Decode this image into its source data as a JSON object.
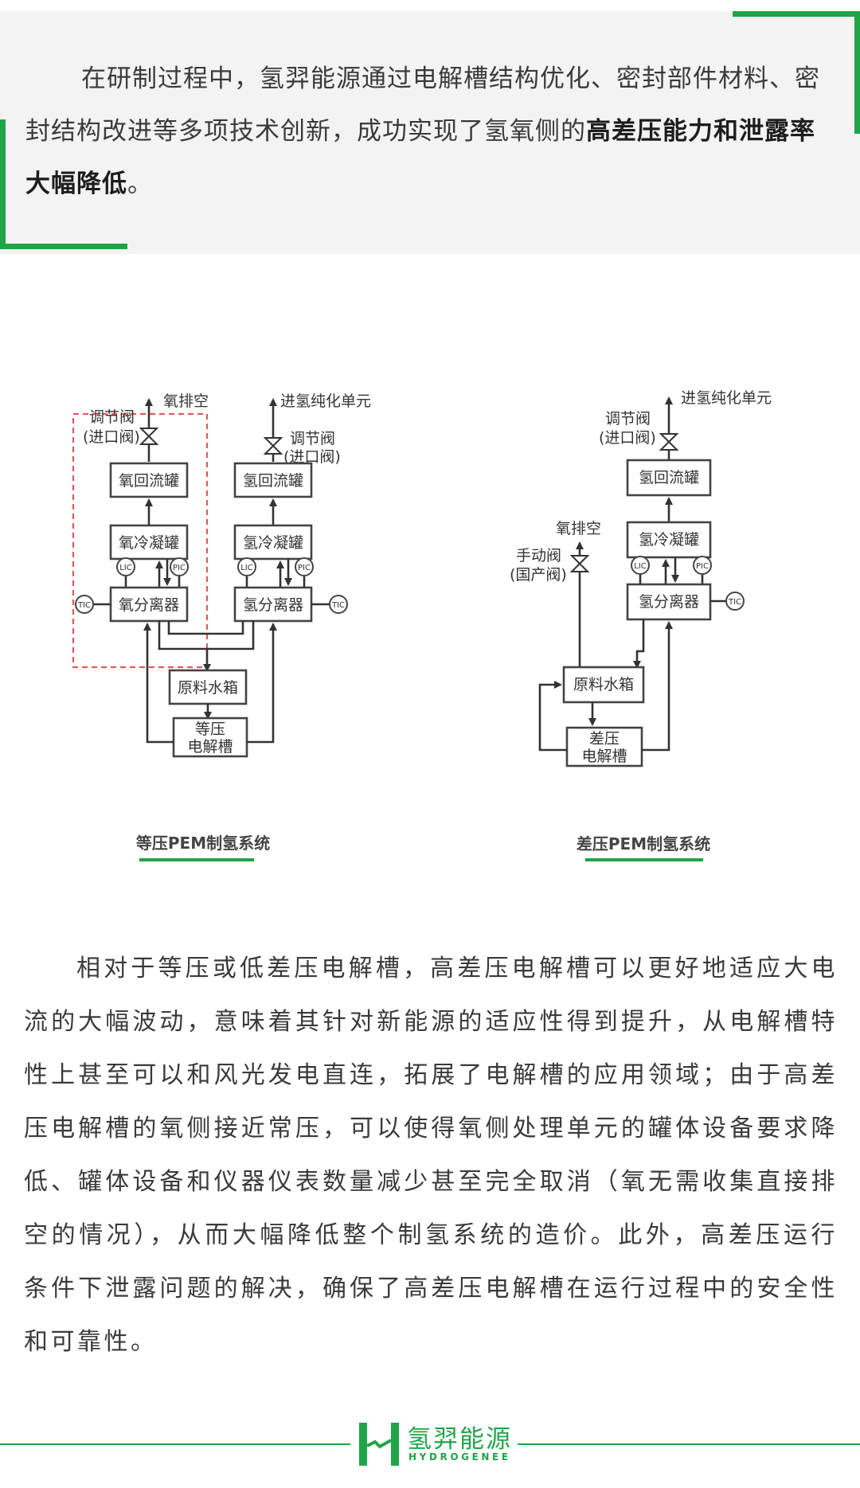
{
  "callout": {
    "text_normal": "在研制过程中，氢羿能源通过电解槽结构优化、密封部件材料、密封结构改进等多项技术创新，成功实现了氢氧侧的",
    "text_bold": "高差压能力和泄露率大幅降低",
    "text_end": "。"
  },
  "diagram_left": {
    "caption": "等压PEM制氢系统",
    "oxygen_vent": "氧排空",
    "to_purification": "进氢纯化单元",
    "valve_o2_line1": "调节阀",
    "valve_o2_line2": "(进口阀)",
    "valve_h2_line1": "调节阀",
    "valve_h2_line2": "(进口阀)",
    "o2_reflux_tank": "氧回流罐",
    "h2_reflux_tank": "氢回流罐",
    "o2_condenser": "氧冷凝罐",
    "h2_condenser": "氢冷凝罐",
    "o2_separator": "氧分离器",
    "h2_separator": "氢分离器",
    "water_tank": "原料水箱",
    "electrolyzer_line1": "等压",
    "electrolyzer_line2": "电解槽",
    "lic": "LIC",
    "pic": "PIC",
    "tic": "TIC"
  },
  "diagram_right": {
    "caption": "差压PEM制氢系统",
    "to_purification": "进氢纯化单元",
    "valve_h2_line1": "调节阀",
    "valve_h2_line2": "(进口阀)",
    "h2_reflux_tank": "氢回流罐",
    "h2_condenser": "氢冷凝罐",
    "h2_separator": "氢分离器",
    "oxygen_vent": "氧排空",
    "manual_valve_line1": "手动阀",
    "manual_valve_line2": "(国产阀)",
    "water_tank": "原料水箱",
    "electrolyzer_line1": "差压",
    "electrolyzer_line2": "电解槽",
    "lic": "LIC",
    "pic": "PIC",
    "tic": "TIC"
  },
  "paragraph": "相对于等压或低差压电解槽，高差压电解槽可以更好地适应大电流的大幅波动，意味着其针对新能源的适应性得到提升，从电解槽特性上甚至可以和风光发电直连，拓展了电解槽的应用领域；由于高差压电解槽的氧侧接近常压，可以使得氧侧处理单元的罐体设备要求降低、罐体设备和仪器仪表数量减少甚至完全取消（氧无需收集直接排空的情况），从而大幅降低整个制氢系统的造价。此外，高差压运行条件下泄露问题的解决，确保了高差压电解槽在运行过程中的安全性和可靠性。",
  "footer": {
    "brand_cn": "氢羿能源",
    "brand_en": "HYDROGENEE"
  },
  "colors": {
    "accent": "#20a448",
    "dashed_frame": "#e05a5a",
    "callout_bg": "#f3f3f3"
  }
}
